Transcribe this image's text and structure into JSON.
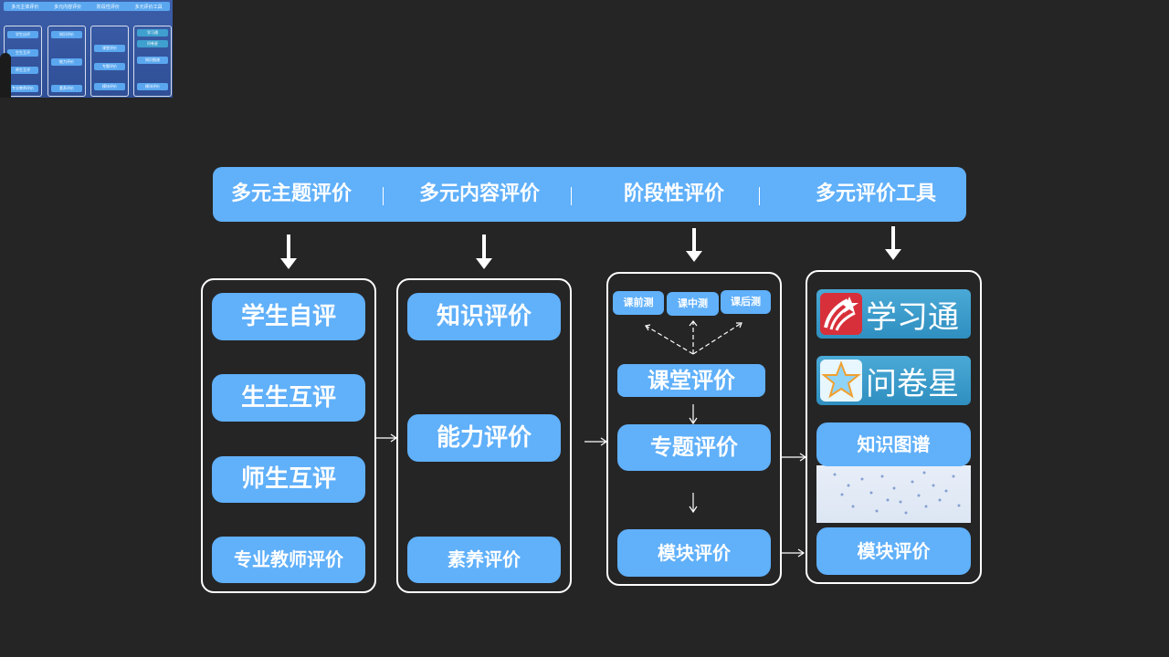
{
  "thumbnail": {
    "headers": [
      "多元主体评价",
      "多元内容评价",
      "阶段性评价",
      "多元评价工具"
    ],
    "col1": [
      "学生自评",
      "生生互评",
      "师生互评",
      "专业教师评价"
    ],
    "col2": [
      "知识评价",
      "能力评价",
      "素养评价"
    ],
    "col3": [
      "课堂评价",
      "专题评价",
      "模块评价"
    ],
    "col4": [
      "学习通",
      "问卷星",
      "知识图谱",
      "模块评价"
    ]
  },
  "headers": [
    "多元主题评价",
    "多元内容评价",
    "阶段性评价",
    "多元评价工具"
  ],
  "column1": [
    "学生自评",
    "生生互评",
    "师生互评",
    "专业教师评价"
  ],
  "column2": [
    "知识评价",
    "能力评价",
    "素养评价"
  ],
  "column3": {
    "tests": [
      "课前测",
      "课中测",
      "课后测"
    ],
    "items": [
      "课堂评价",
      "专题评价",
      "模块评价"
    ]
  },
  "column4": {
    "xuexitong": "学习通",
    "wenjuanxing": "问卷星",
    "knowledge_graph": "知识图谱",
    "module": "模块评价"
  },
  "colors": {
    "background": "#252525",
    "pill": "#60b0fa",
    "line": "#ffffff",
    "xuexitong_red": "#d8303a",
    "wenjuanxing_star": "#8fd3f7"
  }
}
